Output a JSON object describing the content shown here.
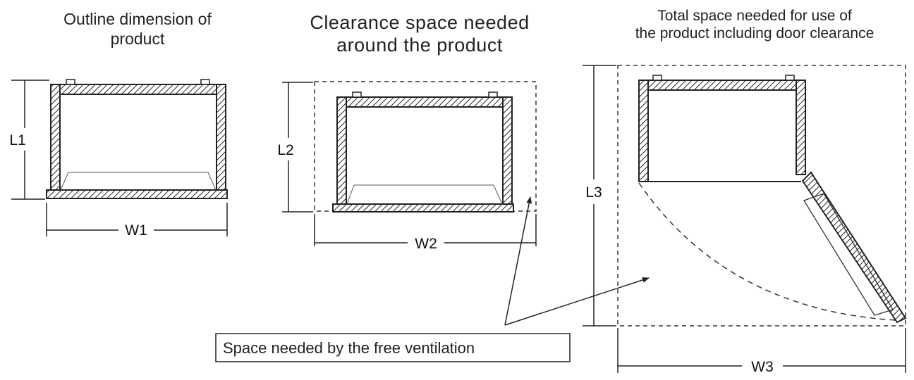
{
  "captions": {
    "outline": [
      "Outline dimension of",
      "product"
    ],
    "clearance": [
      "Clearance space needed",
      "around the product"
    ],
    "total": [
      "Total space needed for use of",
      "the product including door clearance"
    ]
  },
  "dimensions": {
    "l1": "L1",
    "w1": "W1",
    "l2": "L2",
    "w2": "W2",
    "l3": "L3",
    "w3": "W3"
  },
  "note": "Space needed by the free ventilation"
}
